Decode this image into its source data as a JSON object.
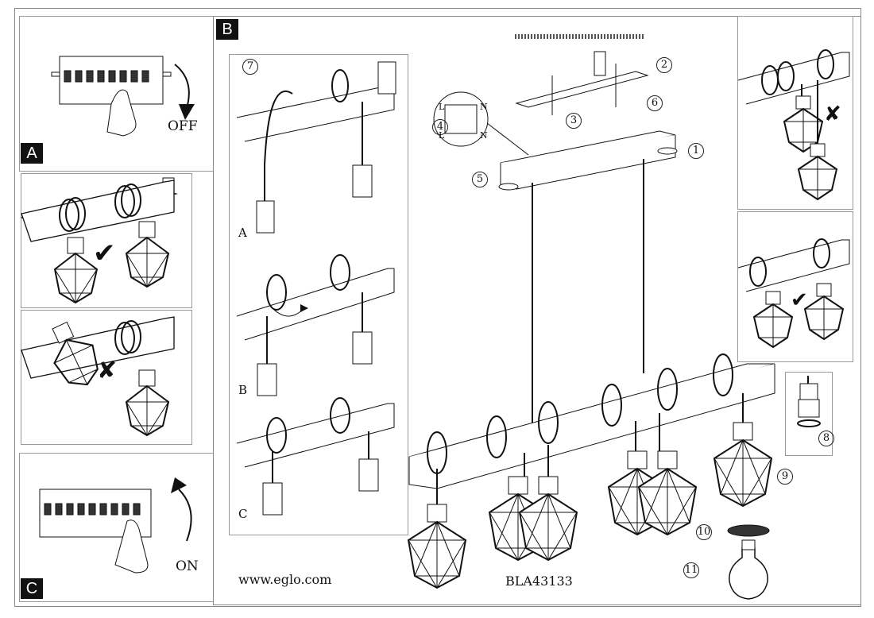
{
  "panels": {
    "a_tag": "A",
    "b_tag": "B",
    "c_tag": "C"
  },
  "switch": {
    "off_label": "OFF",
    "on_label": "ON"
  },
  "variant_labels": [
    "A",
    "B",
    "C"
  ],
  "steps": [
    "1",
    "2",
    "3",
    "4",
    "5",
    "6",
    "7",
    "8",
    "9",
    "10",
    "11"
  ],
  "terminal": {
    "l1": "L",
    "n1": "N",
    "l2": "L",
    "n2": "N"
  },
  "footer": {
    "website": "www.eglo.com",
    "model": "BLA43133"
  },
  "marks": {
    "check": "✔",
    "cross": "✘"
  },
  "icons": [
    "circuit-breaker-icon",
    "hand-icon",
    "pendant-cage-lamp-icon",
    "bulb-icon",
    "screw-icon"
  ]
}
